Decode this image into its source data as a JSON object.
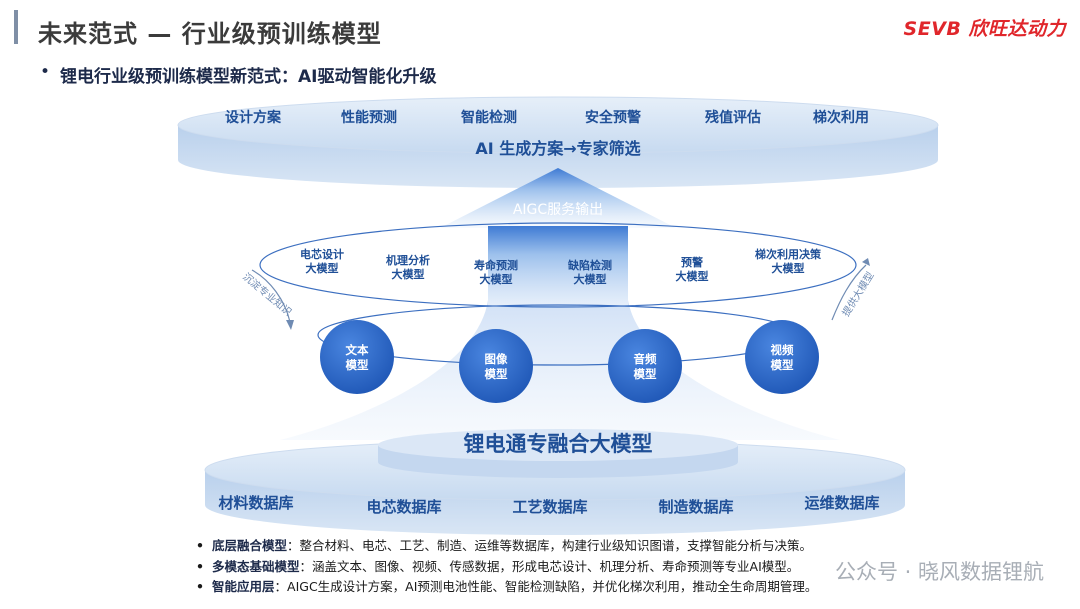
{
  "header": {
    "title": "未来范式 — 行业级预训练模型",
    "brand": "SEVB 欣旺达动力",
    "subtitle": "锂电行业级预训练模型新范式：AI驱动智能化升级"
  },
  "top_layer": {
    "items": [
      "设计方案",
      "性能预测",
      "智能检测",
      "安全预警",
      "残值评估",
      "梯次利用"
    ],
    "banner": "AI 生成方案→专家筛选"
  },
  "arrow_label": "AIGC服务输出",
  "middle_layer": {
    "items": [
      "电芯设计\n大模型",
      "机理分析\n大模型",
      "寿命预测\n大模型",
      "缺陷检测\n大模型",
      "预警\n大模型",
      "梯次利用决策\n大模型"
    ],
    "left_caption": "沉淀专业知识",
    "right_caption": "提供大模型"
  },
  "base_models": [
    "文本\n模型",
    "图像\n模型",
    "音频\n模型",
    "视频\n模型"
  ],
  "bottom_layer": {
    "title": "锂电通专融合大模型",
    "items": [
      "材料数据库",
      "电芯数据库",
      "工艺数据库",
      "制造数据库",
      "运维数据库"
    ]
  },
  "notes": [
    {
      "label": "底层融合模型",
      "text": "：整合材料、电芯、工艺、制造、运维等数据库，构建行业级知识图谱，支撑智能分析与决策。"
    },
    {
      "label": "多模态基础模型",
      "text": "：涵盖文本、图像、视频、传感数据，形成电芯设计、机理分析、寿命预测等专业AI模型。"
    },
    {
      "label": "智能应用层",
      "text": "：AIGC生成设计方案，AI预测电池性能、智能检测缺陷，并优化梯次利用，推动全生命周期管理。"
    }
  ],
  "watermark": "公众号 · 晓风数据锂航",
  "colors": {
    "accent": "#1f4f97",
    "circle": "#2a67c9",
    "brand": "#e0262b"
  }
}
